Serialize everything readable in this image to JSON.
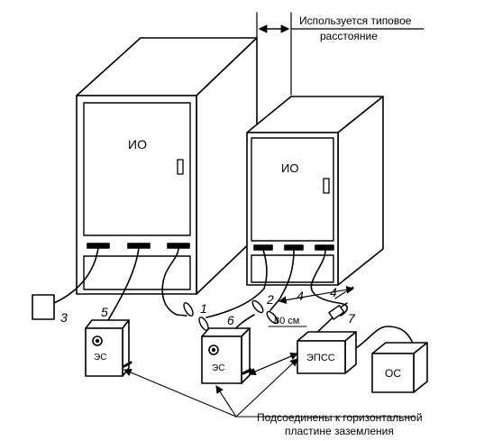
{
  "caption": {
    "spacing_line1": "Используется типовое",
    "spacing_line2": "расстояние",
    "ground_line1": "Подсоединены к горизонтальной",
    "ground_line2": "пластине заземления"
  },
  "units": {
    "io_large": "ИО",
    "io_small": "ИО",
    "es_5": "ЭС",
    "es_6": "ЭС",
    "epss": "ЭПСС",
    "os": "ОС"
  },
  "distance_label": "80 см",
  "callouts": [
    "1",
    "2",
    "3",
    "4",
    "4",
    "5",
    "6",
    "7"
  ]
}
